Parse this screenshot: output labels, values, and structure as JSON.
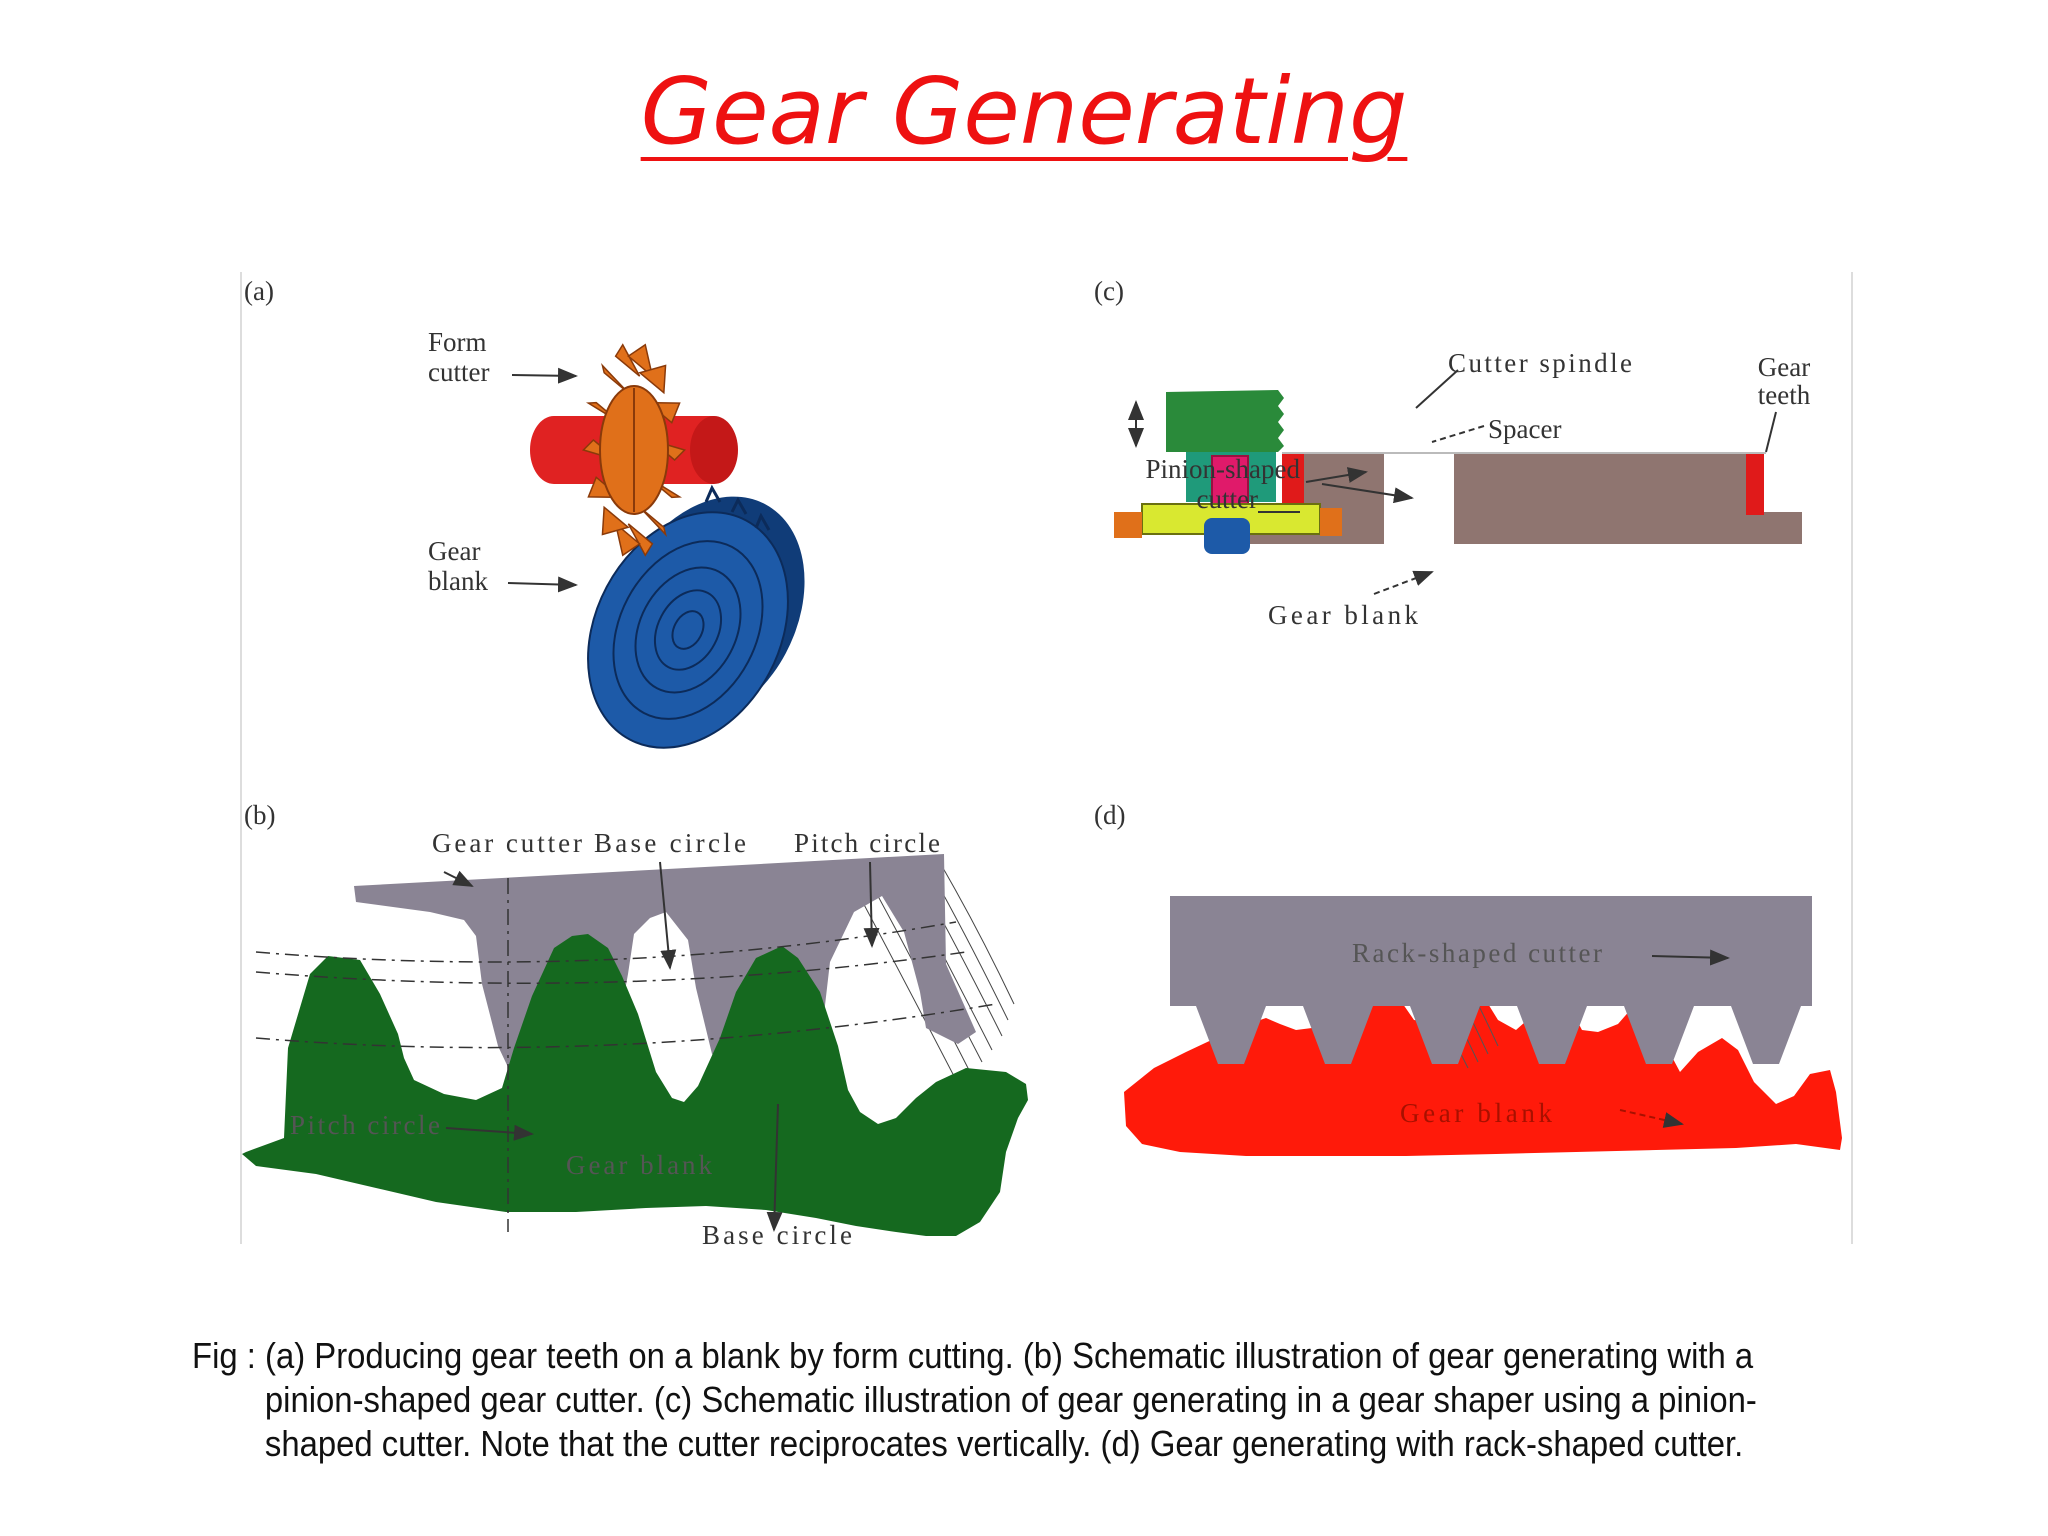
{
  "title": "Gear Generating",
  "panels": {
    "a": {
      "label": "(a)",
      "form_cutter": [
        "Form",
        "cutter"
      ],
      "gear_blank": [
        "Gear",
        "blank"
      ]
    },
    "b": {
      "label": "(b)",
      "gear_cutter": "Gear cutter",
      "base_circle_top": "Base circle",
      "pitch_circle_top": "Pitch circle",
      "pitch_circle_left": "Pitch circle",
      "gear_blank": "Gear blank",
      "base_circle_bottom": "Base circle"
    },
    "c": {
      "label": "(c)",
      "cutter_spindle": "Cutter spindle",
      "gear_teeth": [
        "Gear",
        "teeth"
      ],
      "spacer": "Spacer",
      "pinion_cutter": [
        "Pinion-shaped",
        "cutter"
      ],
      "gear_blank": "Gear blank"
    },
    "d": {
      "label": "(d)",
      "rack_cutter": "Rack-shaped cutter",
      "gear_blank": "Gear blank"
    }
  },
  "caption": {
    "prefix": "Fig : ",
    "text": "(a) Producing gear teeth on a blank by form cutting. (b) Schematic illustration of gear generating with a pinion-shaped gear cutter. (c) Schematic illustration of gear generating in a gear shaper using a pinion-shaped cutter. Note that the cutter reciprocates vertically. (d) Gear generating with rack-shaped cutter."
  },
  "colors": {
    "title": "#ee1111",
    "form_cutter": "#e0701a",
    "cutter_hub": "#e02222",
    "gear_blank_a": "#1d5aa8",
    "gear_blank_b": "#15691f",
    "gear_cutter_b": "#8a8494",
    "spindle_c": "#2a8a3a",
    "blank_c": "#8f7570",
    "rack_d": "#8a8494",
    "blank_d": "#ff1a0a"
  }
}
